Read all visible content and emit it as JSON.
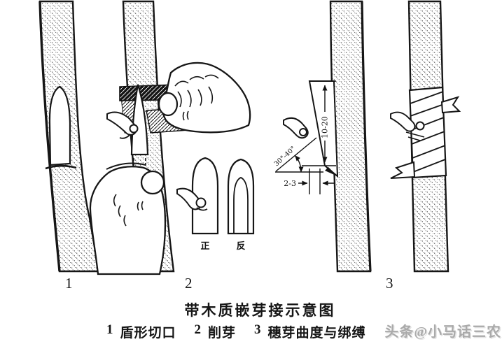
{
  "figure": {
    "caption": "带木质嵌芽接示意图",
    "legend": {
      "items": [
        {
          "num": "1",
          "label": "盾形切口"
        },
        {
          "num": "2",
          "label": "削芽"
        },
        {
          "num": "3",
          "label": "穗芽曲度与绑缚"
        }
      ]
    },
    "panels": [
      {
        "number": "1",
        "meaning": "shield-shaped cut on stock"
      },
      {
        "number": "2",
        "meaning": "carving the bud chip"
      },
      {
        "number": "3",
        "meaning": "scion bud curvature and binding"
      }
    ],
    "annotations": {
      "length_range": "10-20",
      "width_range": "2-3",
      "angle_range": "30°-40°",
      "front_label": "正",
      "back_label": "反"
    },
    "watermark": "头条@小马话三农",
    "colors": {
      "ink": "#161616",
      "paper": "#ffffff",
      "watermark_gray": "#aaaaaa"
    }
  }
}
